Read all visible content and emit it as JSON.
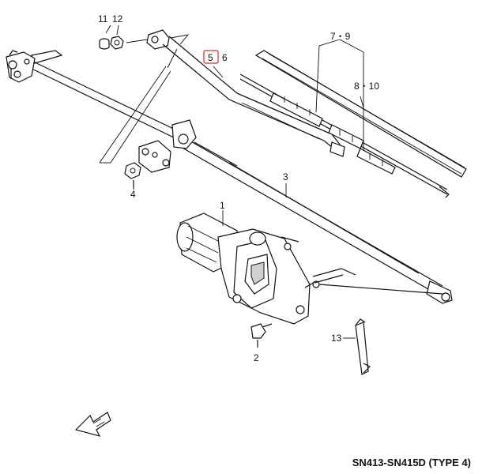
{
  "diagram": {
    "code": "SN413-SN415D (TYPE 4)",
    "highlight_color": "#d9262b",
    "callouts": [
      {
        "id": "c11",
        "text": "11"
      },
      {
        "id": "c12",
        "text": "12"
      },
      {
        "id": "c5",
        "text": "5"
      },
      {
        "id": "c6",
        "text": "6"
      },
      {
        "id": "c79",
        "text": "7・9"
      },
      {
        "id": "c810",
        "text": "8・10"
      },
      {
        "id": "c3",
        "text": "3"
      },
      {
        "id": "c1",
        "text": "1"
      },
      {
        "id": "c4",
        "text": "4"
      },
      {
        "id": "c2",
        "text": "2"
      },
      {
        "id": "c13",
        "text": "13"
      }
    ]
  }
}
